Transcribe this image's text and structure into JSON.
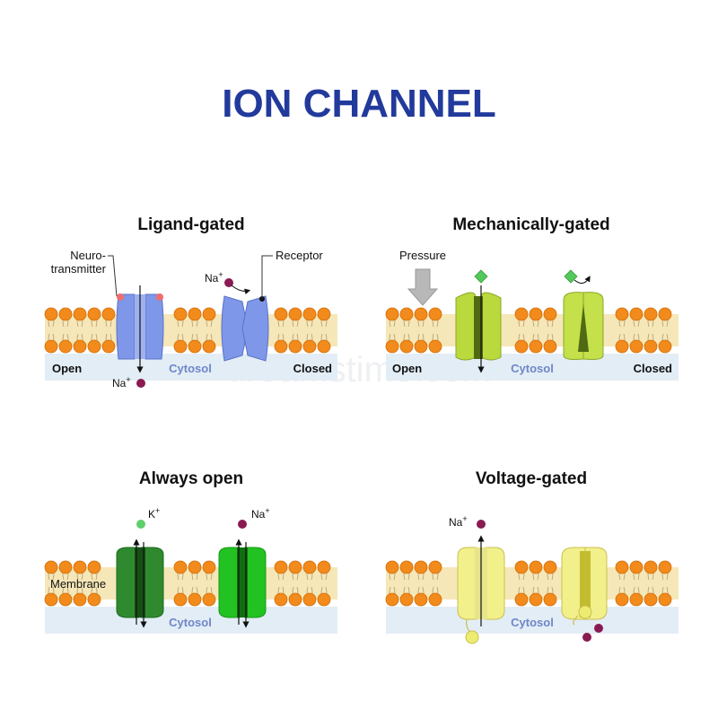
{
  "title": "ION CHANNEL",
  "watermark": "dreamstime.com",
  "colors": {
    "title": "#223a9c",
    "lipid_head": "#f28a1c",
    "membrane_core": "#f6e7b8",
    "cytosol": "#e3edf6",
    "cytosol_text": "#6f86c8",
    "ligand_channel": "#7f97e8",
    "mechano_channel": "#b9d93c",
    "always_open_channel": "#2f8a2f",
    "voltage_channel": "#f2f08a",
    "sodium_ion": "#8a1a52",
    "potassium_ion": "#5ecf6a",
    "neurotransmitter": "#ef6d6d",
    "mechano_marker": "#52c95a"
  },
  "panels": {
    "ligand": {
      "title": "Ligand-gated",
      "neurotransmitter": "Neuro-\ntransmitter",
      "receptor": "Receptor",
      "ion_top": "Na",
      "ion_bottom": "Na",
      "charge": "+",
      "open": "Open",
      "cytosol": "Cytosol",
      "closed": "Closed"
    },
    "mechano": {
      "title": "Mechanically-gated",
      "pressure": "Pressure",
      "open": "Open",
      "cytosol": "Cytosol",
      "closed": "Closed"
    },
    "always": {
      "title": "Always open",
      "ion_k": "K",
      "ion_na": "Na",
      "charge": "+",
      "membrane": "Membrane",
      "cytosol": "Cytosol"
    },
    "voltage": {
      "title": "Voltage-gated",
      "ion": "Na",
      "charge": "+",
      "cytosol": "Cytosol"
    }
  }
}
